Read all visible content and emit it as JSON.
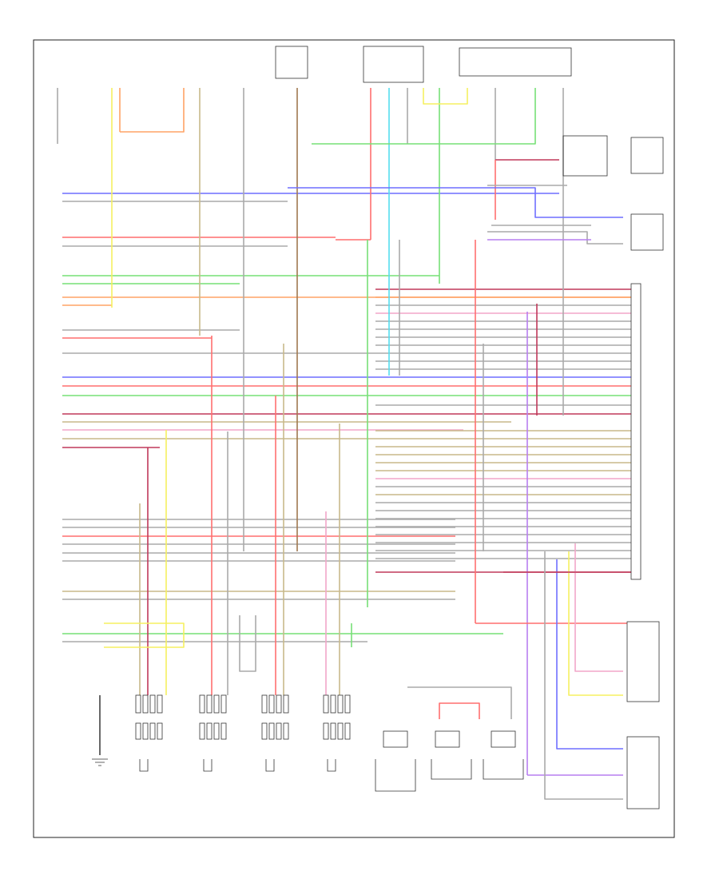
{
  "diagram": {
    "page_label": "",
    "colors": {
      "red": "#ff6f6f",
      "pink": "#f2a6c9",
      "orange": "#ffa366",
      "yellow": "#f5f060",
      "green": "#77e077",
      "cyan": "#55ddee",
      "blue": "#6f6fff",
      "violet": "#b77ef0",
      "darkred": "#c0395a",
      "tan": "#c8b98a",
      "gray": "#aaaaaa",
      "brown": "#a07850",
      "black": "#444444"
    },
    "components": [
      "top-relay-box-1",
      "top-relay-box-2",
      "top-switch-box",
      "top-right-module-box",
      "right-connector-1",
      "right-connector-2",
      "ecu-connector-right",
      "bottom-right-relay-1",
      "bottom-right-relay-2",
      "injector-1",
      "injector-2",
      "injector-3",
      "injector-4",
      "sensor-1",
      "sensor-2",
      "sensor-3",
      "ground-symbol"
    ]
  }
}
